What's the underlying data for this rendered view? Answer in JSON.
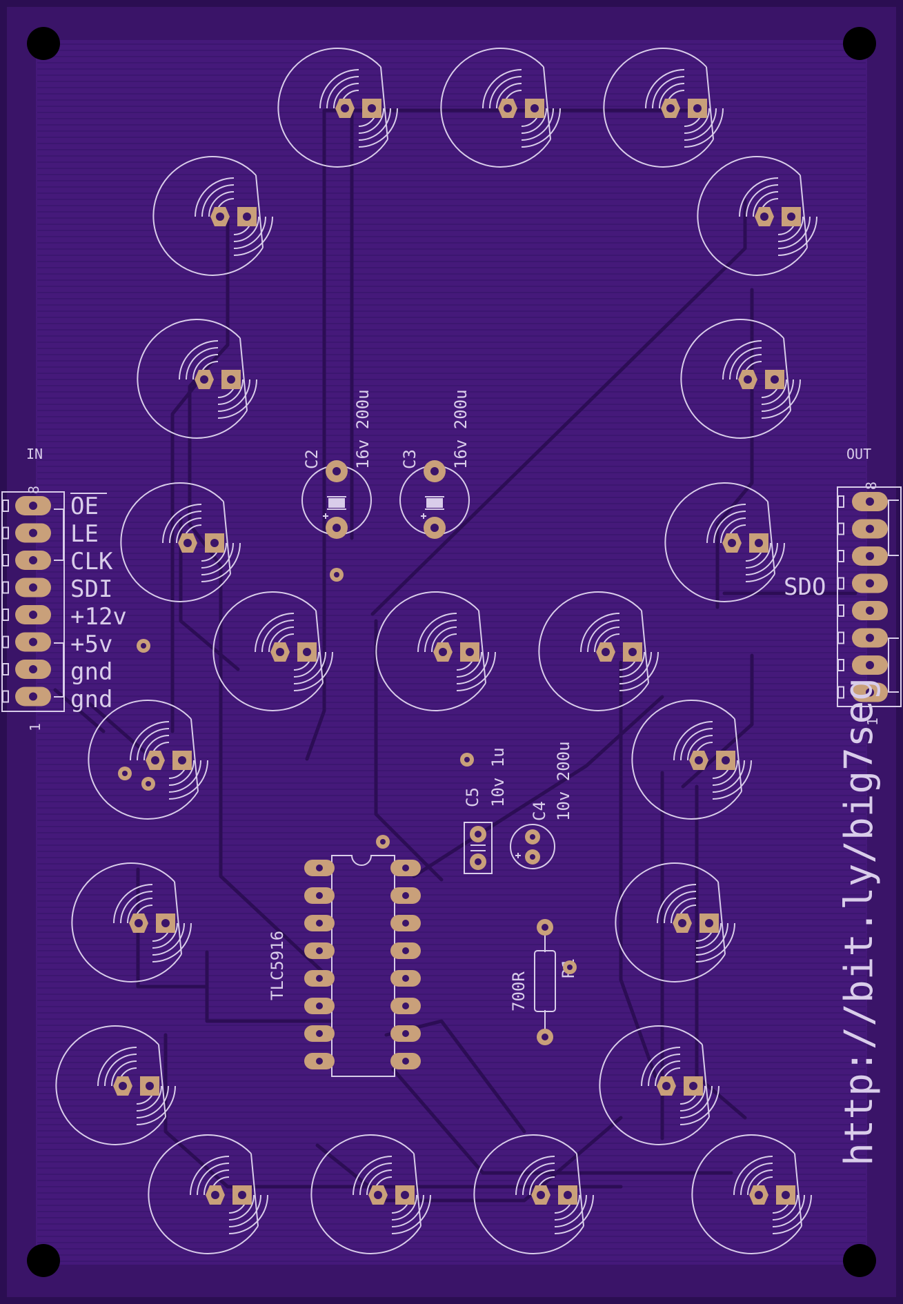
{
  "board": {
    "colors": {
      "substrate": "#3a1468",
      "copper": "#45197a",
      "silkscreen": "#d9cdea",
      "pad": "#c9a07a",
      "edge": "#2b0e52"
    },
    "url": "http://bit.ly/big7seg"
  },
  "connectors": {
    "in": {
      "title": "IN",
      "pin_first": "1",
      "pin_last": "8",
      "labels": [
        "OE",
        "LE",
        "CLK",
        "SDI",
        "+12v",
        "+5v",
        "gnd",
        "gnd"
      ]
    },
    "out": {
      "title": "OUT",
      "pin_first": "1",
      "pin_last": "8",
      "labels": [
        "SDO"
      ]
    }
  },
  "components": {
    "c2": {
      "ref": "C2",
      "value": "16v 200u"
    },
    "c3": {
      "ref": "C3",
      "value": "16v 200u"
    },
    "c4": {
      "ref": "C4",
      "value": "10v 200u"
    },
    "c5": {
      "ref": "C5",
      "value": "10v 1u"
    },
    "r1": {
      "ref": "R1",
      "value": "700R"
    },
    "ic": {
      "ref": "TLC5916"
    }
  }
}
